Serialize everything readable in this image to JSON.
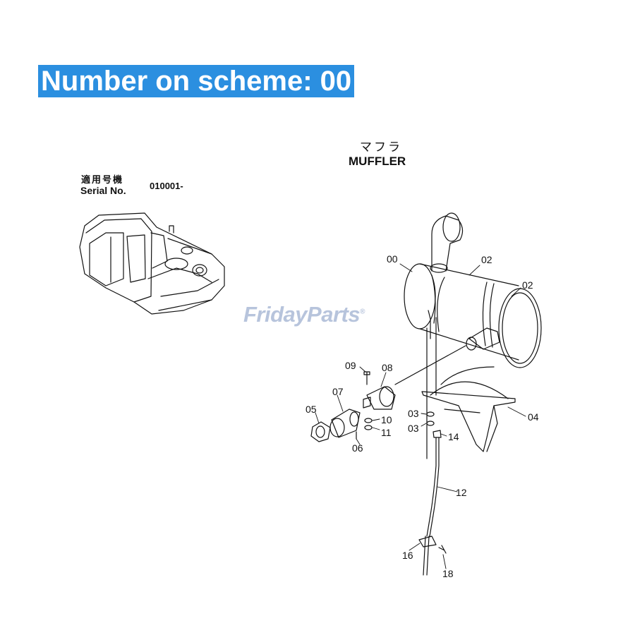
{
  "banner": {
    "text": "Number on scheme: 00"
  },
  "title": {
    "japanese": "マフラ",
    "english": "MUFFLER"
  },
  "serial": {
    "japanese_label": "適用号機",
    "label": "Serial No.",
    "value": "010001-"
  },
  "watermark": {
    "text": "FridayParts",
    "registered": "®"
  },
  "callouts": {
    "c00": "00",
    "c02a": "02",
    "c02b": "02",
    "c04": "04",
    "c09": "09",
    "c08": "08",
    "c07": "07",
    "c05": "05",
    "c10": "10",
    "c11": "11",
    "c06": "06",
    "c03a": "03",
    "c03b": "03",
    "c14": "14",
    "c12": "12",
    "c16": "16",
    "c18": "18"
  },
  "colors": {
    "banner": "#2b8fe0",
    "watermark": "#b7c4dc",
    "line": "#111111"
  }
}
